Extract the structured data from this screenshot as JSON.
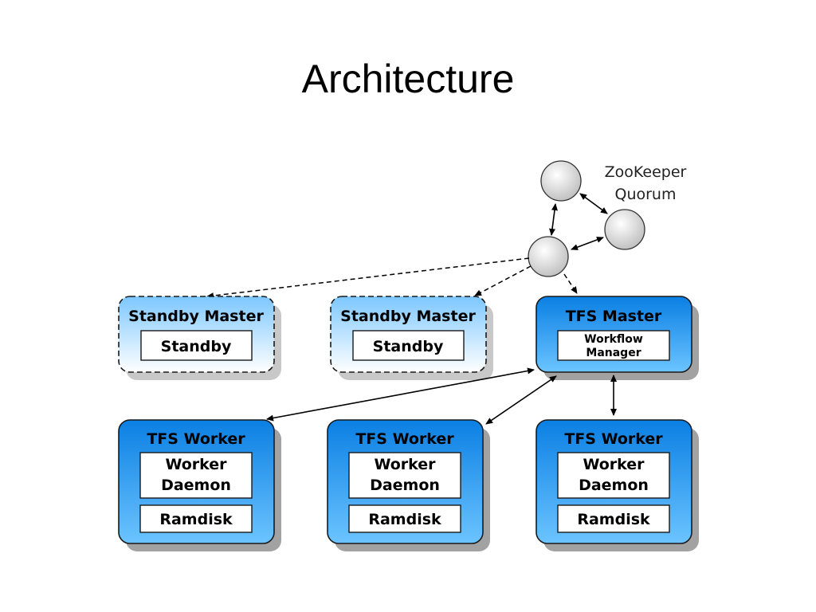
{
  "slide": {
    "title": "Architecture"
  },
  "zookeeper": {
    "label_line1": "ZooKeeper",
    "label_line2": "Quorum"
  },
  "standby_masters": [
    {
      "title": "Standby Master",
      "inner": "Standby"
    },
    {
      "title": "Standby Master",
      "inner": "Standby"
    }
  ],
  "tfs_master": {
    "title": "TFS Master",
    "inner_line1": "Workflow",
    "inner_line2": "Manager"
  },
  "workers": [
    {
      "title": "TFS Worker",
      "daemon_line1": "Worker",
      "daemon_line2": "Daemon",
      "ramdisk": "Ramdisk"
    },
    {
      "title": "TFS Worker",
      "daemon_line1": "Worker",
      "daemon_line2": "Daemon",
      "ramdisk": "Ramdisk"
    },
    {
      "title": "TFS Worker",
      "daemon_line1": "Worker",
      "daemon_line2": "Daemon",
      "ramdisk": "Ramdisk"
    }
  ],
  "colors": {
    "box_blue": "#1f9bef",
    "box_light": "#cfeaff",
    "border": "#1a1a1a",
    "node_gray": "#d6d6d6"
  }
}
